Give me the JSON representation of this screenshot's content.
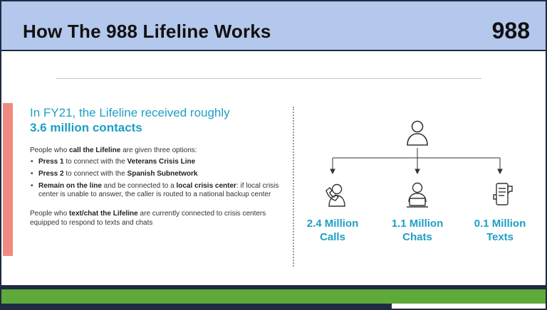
{
  "header": {
    "title": "How The 988 Lifeline Works",
    "brand": "988"
  },
  "left": {
    "intro": "In FY21, the Lifeline received roughly",
    "intro_strong": "3.6 million contacts",
    "lead": {
      "pre": "People who ",
      "strong": "call the Lifeline",
      "post": " are given three options:"
    },
    "options": [
      {
        "strong": "Press 1",
        "mid": " to connect with the ",
        "strong2": "Veterans Crisis Line",
        "post": ""
      },
      {
        "strong": "Press 2",
        "mid": " to connect with the ",
        "strong2": "Spanish Subnetwork",
        "post": ""
      },
      {
        "strong": "Remain on the line",
        "mid": " and be connected to a ",
        "strong2": "local crisis center",
        "post": ": if local crisis center is unable to answer, the caller is routed to a national backup center"
      }
    ],
    "text_note": {
      "pre": "People who ",
      "strong": "text/chat the Lifeline",
      "post": " are currently connected to crisis centers equipped to respond to texts and chats"
    }
  },
  "metrics": [
    {
      "line1": "2.4 Million",
      "line2": "Calls",
      "icon": "phone-caller-icon"
    },
    {
      "line1": "1.1 Million",
      "line2": "Chats",
      "icon": "laptop-user-icon"
    },
    {
      "line1": "0.1 Million",
      "line2": "Texts",
      "icon": "smartphone-text-icon"
    }
  ],
  "colors": {
    "header_bg": "#b4c7ec",
    "accent": "#1e9fc4",
    "bar": "#f08a80",
    "footer_green": "#5fa83a",
    "footer_dark": "#1f2a44"
  }
}
